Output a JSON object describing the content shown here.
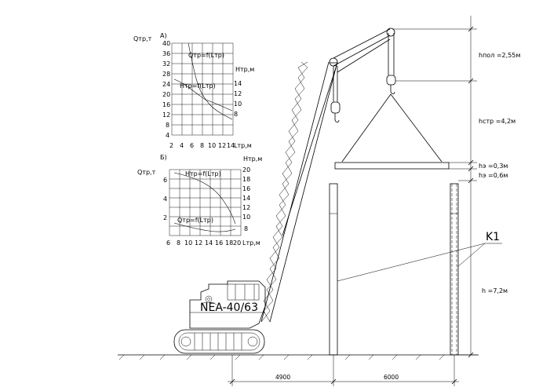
{
  "graph_a": {
    "letter": "А)",
    "y_left_label": "Qтр,т",
    "y_right_label": "Нтр,м",
    "x_label": "Lтр,м",
    "y_left_ticks": [
      "40",
      "36",
      "32",
      "28",
      "24",
      "20",
      "16",
      "12",
      "8",
      "4"
    ],
    "y_right_ticks": [
      "14",
      "12",
      "10",
      "8"
    ],
    "x_ticks": [
      "2",
      "4",
      "6",
      "8",
      "10",
      "12",
      "14"
    ],
    "curve_q_label": "Qтр=f(Lтр)",
    "curve_h_label": "Нтр=f(Lтр)"
  },
  "graph_b": {
    "letter": "Б)",
    "y_left_label": "Qтр,т",
    "y_right_label": "Нтр,м",
    "x_label": "Lтр,м",
    "y_left_ticks": [
      "6",
      "4",
      "2"
    ],
    "y_right_ticks": [
      "20",
      "18",
      "16",
      "14",
      "12",
      "10",
      "8"
    ],
    "x_ticks": [
      "6",
      "8",
      "10",
      "12",
      "14",
      "16",
      "18",
      "20"
    ],
    "curve_h_label": "Нтр=f(Lтр)",
    "curve_q_label": "Qтр=f(Lтр)"
  },
  "crane_label": "NEA-40/63",
  "dimensions": {
    "h_pol": "hпол =2,55м",
    "h_str": "hстр =4,2м",
    "h_e1": "hэ =0,3м",
    "h_e2": "hэ =0,6м",
    "h": "h =7,2м",
    "dist1": "4900",
    "dist2": "6000"
  },
  "column_label": "K1"
}
